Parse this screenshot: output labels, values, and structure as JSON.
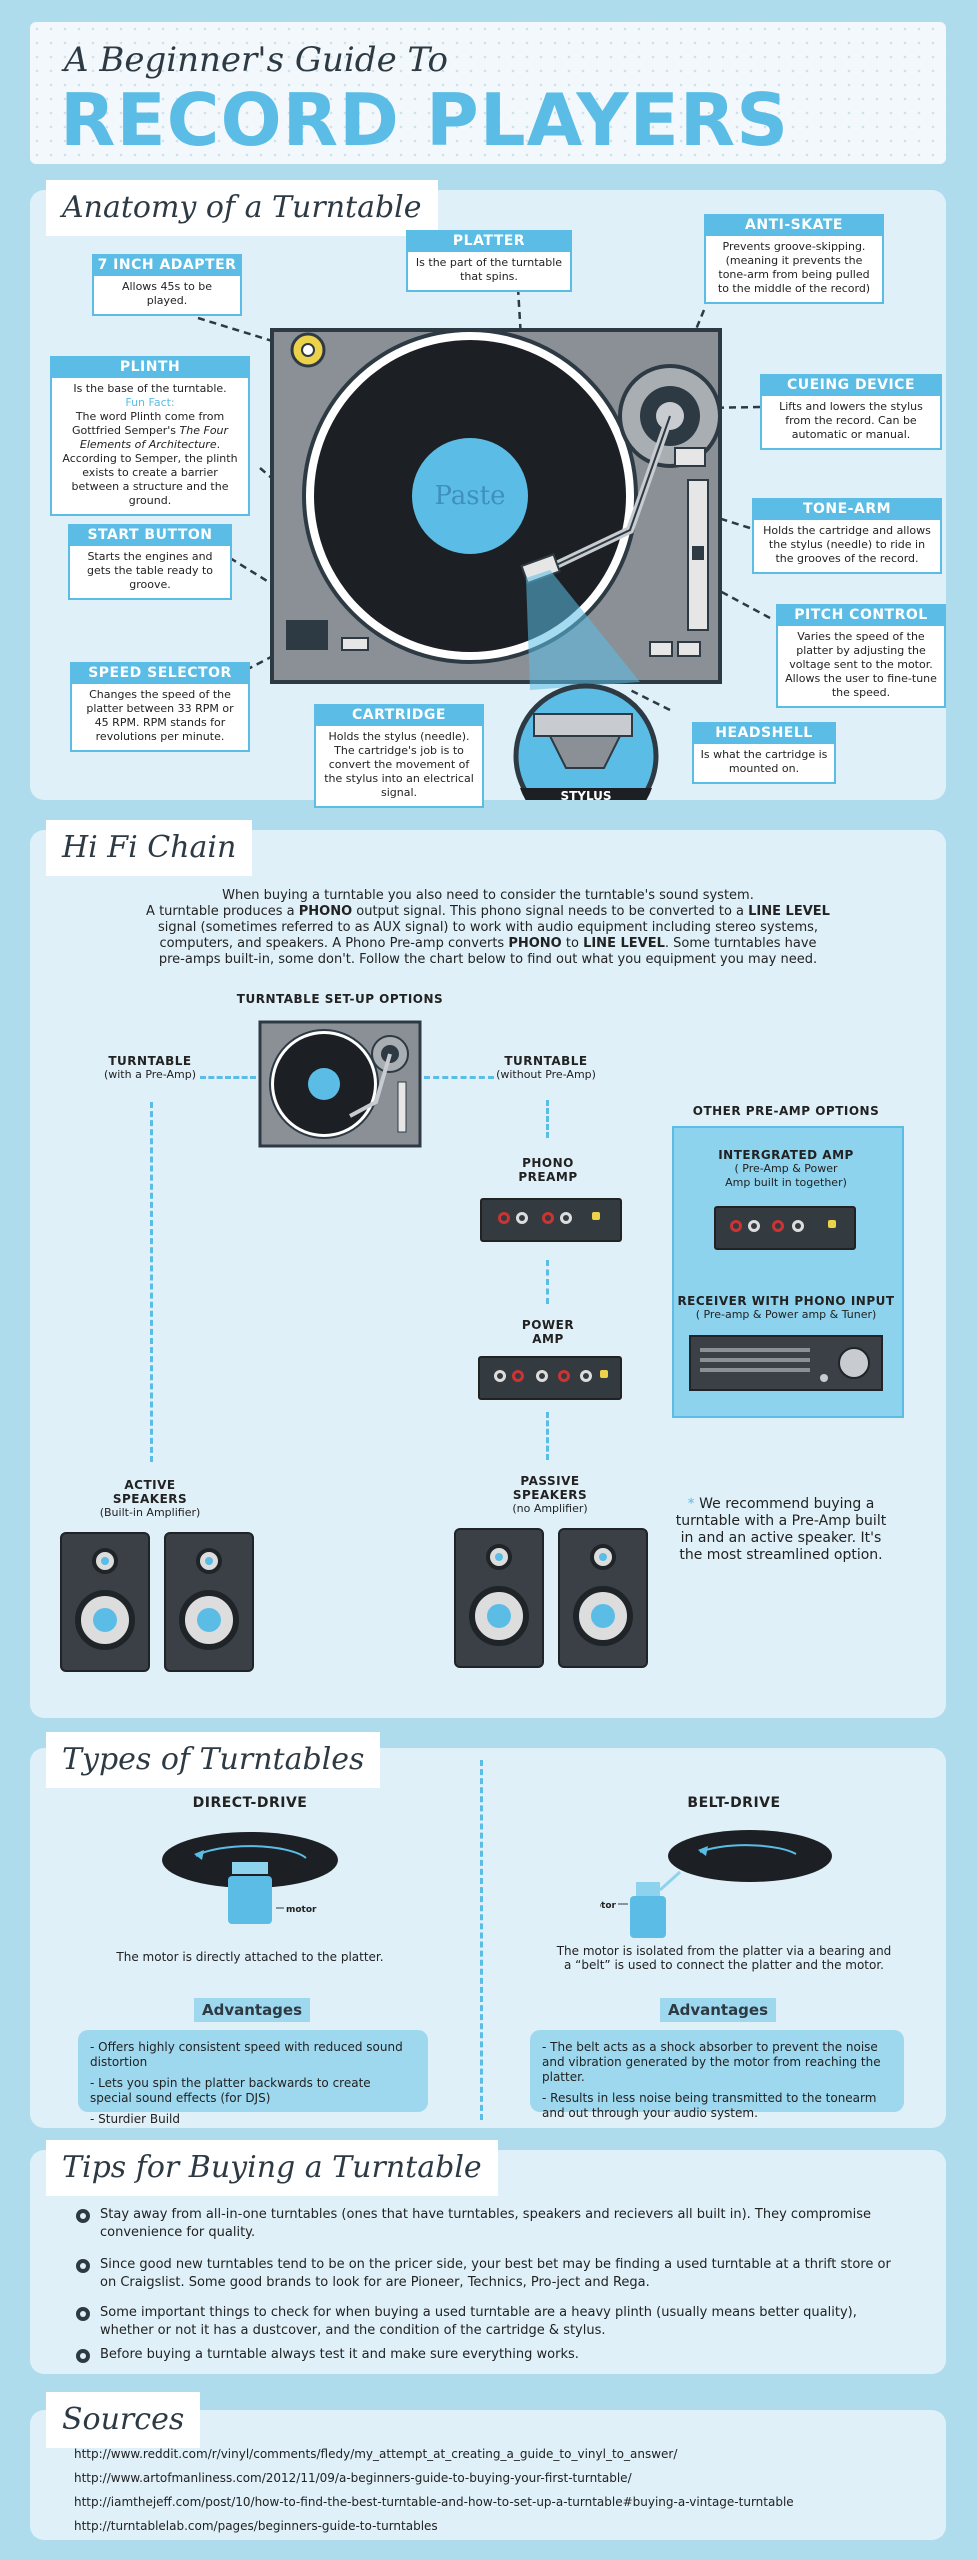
{
  "header": {
    "subtitle": "A Beginner's Guide To",
    "title": "RECORD PLAYERS"
  },
  "anatomy": {
    "heading": "Anatomy of a Turntable",
    "record_label": "Paste",
    "parts": [
      {
        "title": "7 INCH ADAPTER",
        "desc": "Allows 45s to be played."
      },
      {
        "title": "PLATTER",
        "desc": "Is the part of the turntable that spins."
      },
      {
        "title": "ANTI-SKATE",
        "desc": "Prevents groove-skipping. (meaning it prevents the tone-arm from being pulled to the middle of the record)"
      },
      {
        "title": "PLINTH",
        "desc": "Is the base of the turntable.",
        "fun_fact_label": "Fun Fact:",
        "fun_fact_a": "The word Plinth come from Gottfried Semper's ",
        "fun_fact_book": "The Four Elements of Architecture",
        "fun_fact_b": ". According to Semper, the plinth exists to create a barrier between a structure and the ground."
      },
      {
        "title": "CUEING DEVICE",
        "desc": "Lifts and lowers the stylus from the record. Can be automatic or manual."
      },
      {
        "title": "START BUTTON",
        "desc": "Starts the engines and gets the table ready to groove."
      },
      {
        "title": "TONE-ARM",
        "desc": "Holds the cartridge and allows the stylus (needle) to ride in the grooves of the record."
      },
      {
        "title": "PITCH CONTROL",
        "desc": "Varies the speed of the platter by adjusting the voltage sent to the motor. Allows the user to fine-tune the speed."
      },
      {
        "title": "SPEED SELECTOR",
        "desc": "Changes the speed of the platter between 33 RPM or 45 RPM. RPM stands for revolutions per minute."
      },
      {
        "title": "CARTRIDGE",
        "desc": "Holds the stylus (needle). The cartridge's job is to convert the movement of the stylus into an electrical signal."
      },
      {
        "title": "HEADSHELL",
        "desc": "Is what the cartridge is mounted on."
      }
    ],
    "stylus_label": "STYLUS"
  },
  "hifi": {
    "heading": "Hi Fi Chain",
    "intro_1": "When buying a turntable you also need to consider the turntable's sound system.",
    "intro_2a": "A turntable produces a ",
    "intro_2b": "PHONO",
    "intro_2c": " output signal. This phono signal needs to be converted to a ",
    "intro_2d": "LINE LEVEL",
    "intro_3": "signal (sometimes referred to as AUX signal) to work with audio equipment including stereo systems,",
    "intro_4a": "computers, and speakers. A Phono Pre-amp converts ",
    "intro_4b": "PHONO",
    "intro_4c": " to ",
    "intro_4d": "LINE LEVEL",
    "intro_4e": ". Some turntables have",
    "intro_5": "pre-amps built-in, some don't. Follow the chart below to find out what you equipment you may need.",
    "setup_title": "TURNTABLE SET-UP OPTIONS",
    "tt_pre_title": "TURNTABLE",
    "tt_pre_sub": "(with a Pre-Amp)",
    "tt_nopre_title": "TURNTABLE",
    "tt_nopre_sub": "(without Pre-Amp)",
    "phono_title_1": "PHONO",
    "phono_title_2": "PREAMP",
    "power_title_1": "POWER",
    "power_title_2": "AMP",
    "active_title_1": "ACTIVE",
    "active_title_2": "SPEAKERS",
    "active_sub": "(Built-in Amplifier)",
    "passive_title_1": "PASSIVE",
    "passive_title_2": "SPEAKERS",
    "passive_sub": "(no Amplifier)",
    "other_title": "OTHER PRE-AMP OPTIONS",
    "integrated_title": "INTERGRATED AMP",
    "integrated_sub_1": "( Pre-Amp & Power",
    "integrated_sub_2": "Amp built in together)",
    "receiver_title": "RECEIVER WITH PHONO INPUT",
    "receiver_sub": "( Pre-amp & Power amp & Tuner)",
    "recommend_star": "*",
    "recommend": "We recommend buying a turntable with a Pre-Amp built in and an active speaker. It's the most streamlined option."
  },
  "types": {
    "heading": "Types of Turntables",
    "direct": {
      "title": "DIRECT-DRIVE",
      "motor": "motor",
      "desc": "The motor is directly attached to the platter.",
      "adv_title": "Advantages",
      "advantages": [
        "- Offers highly consistent speed with reduced sound distortion",
        "- Lets you spin the platter backwards to create special sound effects (for DJS)",
        "- Sturdier Build"
      ]
    },
    "belt": {
      "title": "BELT-DRIVE",
      "motor": "motor",
      "desc": "The motor is isolated from the platter via a bearing and  a “belt” is used to connect the platter and the motor.",
      "adv_title": "Advantages",
      "advantages": [
        "- The belt acts as a shock absorber to prevent the noise and vibration generated by the motor from reaching the platter.",
        "- Results in less noise being transmitted to the tonearm and out through your audio system."
      ]
    }
  },
  "tips": {
    "heading": "Tips for Buying a Turntable",
    "items": [
      "Stay away from all-in-one turntables (ones that have turntables, speakers and recievers all built in). They compromise convenience for quality.",
      "Since good new turntables tend to be on the pricer side, your best bet may be finding a used turntable at a thrift store or on Craigslist. Some good brands to look for are Pioneer, Technics, Pro-ject and Rega.",
      "Some important things to check for when buying a used turntable are a heavy plinth (usually means better quality), whether or not it has a dustcover, and the condition of the cartridge & stylus.",
      "Before buying a turntable always test it and make sure everything works."
    ]
  },
  "sources": {
    "heading": "Sources",
    "items": [
      "http://www.reddit.com/r/vinyl/comments/fledy/my_attempt_at_creating_a_guide_to_vinyl_to_answer/",
      "http://www.artofmanliness.com/2012/11/09/a-beginners-guide-to-buying-your-first-turntable/",
      "http://iamthejeff.com/post/10/how-to-find-the-best-turntable-and-how-to-set-up-a-turntable#buying-a-vintage-turntable",
      "http://turntablelab.com/pages/beginners-guide-to-turntables"
    ]
  },
  "colors": {
    "accent": "#5bbde6",
    "dark": "#2d3a44",
    "panel": "#dff0f8",
    "background": "#aedcec"
  }
}
